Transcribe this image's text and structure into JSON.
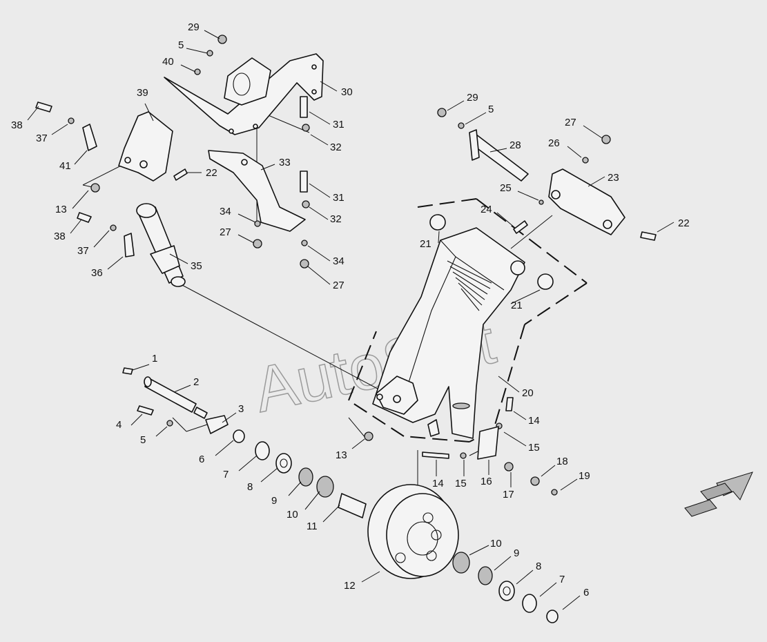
{
  "watermark": "AutoSoft",
  "callouts": [
    {
      "label": "29"
    },
    {
      "label": "5"
    },
    {
      "label": "40"
    },
    {
      "label": "39"
    },
    {
      "label": "30"
    },
    {
      "label": "31"
    },
    {
      "label": "32"
    },
    {
      "label": "38"
    },
    {
      "label": "37"
    },
    {
      "label": "41"
    },
    {
      "label": "22"
    },
    {
      "label": "33"
    },
    {
      "label": "31"
    },
    {
      "label": "13"
    },
    {
      "label": "32"
    },
    {
      "label": "34"
    },
    {
      "label": "27"
    },
    {
      "label": "38"
    },
    {
      "label": "37"
    },
    {
      "label": "35"
    },
    {
      "label": "36"
    },
    {
      "label": "34"
    },
    {
      "label": "27"
    },
    {
      "label": "29"
    },
    {
      "label": "5"
    },
    {
      "label": "27"
    },
    {
      "label": "28"
    },
    {
      "label": "26"
    },
    {
      "label": "23"
    },
    {
      "label": "25"
    },
    {
      "label": "24"
    },
    {
      "label": "22"
    },
    {
      "label": "21"
    },
    {
      "label": "21"
    },
    {
      "label": "20"
    },
    {
      "label": "1"
    },
    {
      "label": "2"
    },
    {
      "label": "3"
    },
    {
      "label": "4"
    },
    {
      "label": "5"
    },
    {
      "label": "6"
    },
    {
      "label": "7"
    },
    {
      "label": "8"
    },
    {
      "label": "9"
    },
    {
      "label": "10"
    },
    {
      "label": "11"
    },
    {
      "label": "13"
    },
    {
      "label": "14"
    },
    {
      "label": "15"
    },
    {
      "label": "14"
    },
    {
      "label": "15"
    },
    {
      "label": "16"
    },
    {
      "label": "17"
    },
    {
      "label": "18"
    },
    {
      "label": "19"
    },
    {
      "label": "10"
    },
    {
      "label": "9"
    },
    {
      "label": "8"
    },
    {
      "label": "7"
    },
    {
      "label": "12"
    },
    {
      "label": "6"
    }
  ]
}
